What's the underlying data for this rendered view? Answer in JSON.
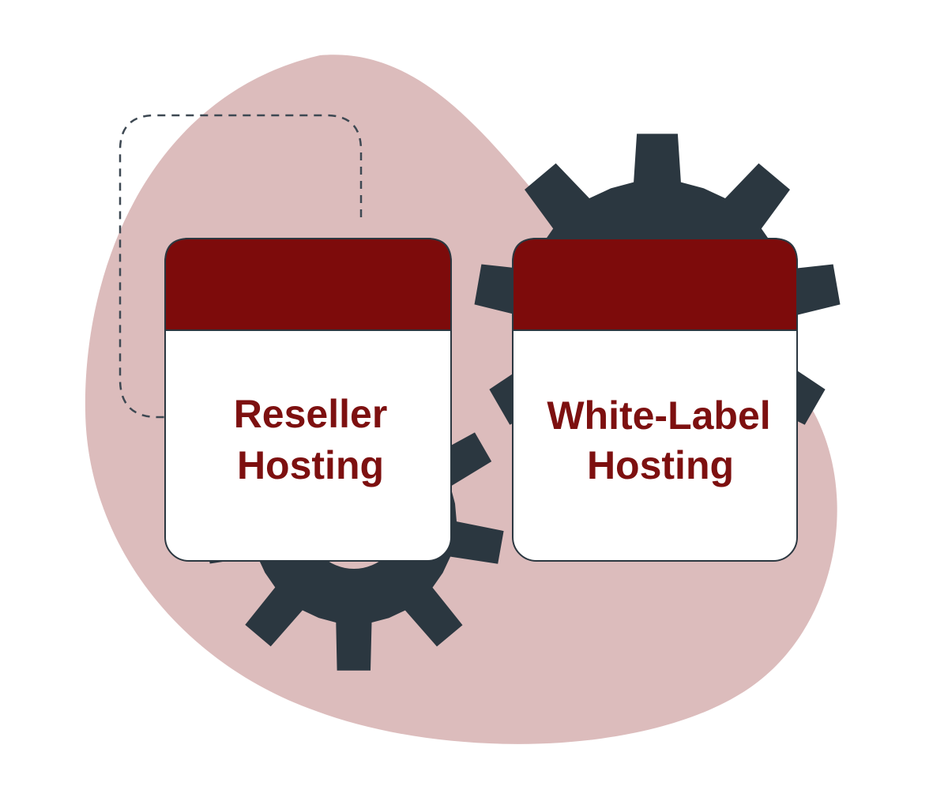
{
  "colors": {
    "background": "#ffffff",
    "blob": "#dcbcbc",
    "gear": "#2b3740",
    "card_header": "#7d0b0b",
    "card_body": "#ffffff",
    "card_border": "#2b3740",
    "label_text": "#7d1010",
    "dashed_connector": "#3d4852"
  },
  "cards": [
    {
      "id": "reseller",
      "line1": "Reseller",
      "line2": "Hosting"
    },
    {
      "id": "white-label",
      "line1": "White-Label",
      "line2": "Hosting"
    }
  ],
  "icons": {
    "gears": [
      "gear-icon",
      "gear-icon"
    ],
    "connector": "dashed-connector"
  }
}
